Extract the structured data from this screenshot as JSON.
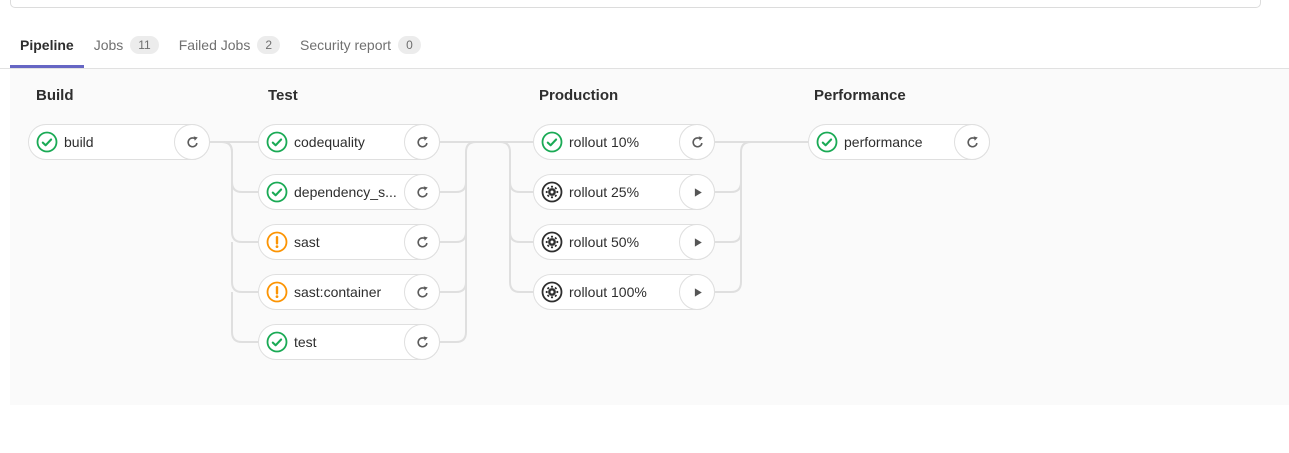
{
  "colors": {
    "success": "#1aaa55",
    "warning": "#fc9403",
    "manual": "#2e2e2e",
    "accent_underline": "#6666c4",
    "pill_border": "#dfdfdf",
    "connector_line": "#dfdfdf",
    "graph_background": "#fafafa",
    "tab_text": "#707070",
    "active_tab_text": "#2e2e2e",
    "badge_background": "#ececec"
  },
  "tabs": {
    "items": [
      {
        "label": "Pipeline",
        "active": true
      },
      {
        "label": "Jobs",
        "badge": "11"
      },
      {
        "label": "Failed Jobs",
        "badge": "2"
      },
      {
        "label": "Security report",
        "badge": "0"
      }
    ]
  },
  "icons": {
    "success": "check-circle-icon",
    "warning": "exclamation-circle-icon",
    "manual": "gear-circle-icon",
    "retry": "retry-circular-arrow-icon",
    "play": "play-triangle-icon"
  },
  "pipeline": {
    "stages": [
      {
        "name": "Build",
        "jobs": [
          {
            "name": "build",
            "status": "success",
            "action": "retry"
          }
        ]
      },
      {
        "name": "Test",
        "jobs": [
          {
            "name": "codequality",
            "status": "success",
            "action": "retry"
          },
          {
            "name": "dependency_s...",
            "status": "success",
            "action": "retry"
          },
          {
            "name": "sast",
            "status": "warning",
            "action": "retry"
          },
          {
            "name": "sast:container",
            "status": "warning",
            "action": "retry"
          },
          {
            "name": "test",
            "status": "success",
            "action": "retry"
          }
        ]
      },
      {
        "name": "Production",
        "jobs": [
          {
            "name": "rollout 10%",
            "status": "success",
            "action": "retry"
          },
          {
            "name": "rollout 25%",
            "status": "manual",
            "action": "play"
          },
          {
            "name": "rollout 50%",
            "status": "manual",
            "action": "play"
          },
          {
            "name": "rollout 100%",
            "status": "manual",
            "action": "play"
          }
        ]
      },
      {
        "name": "Performance",
        "jobs": [
          {
            "name": "performance",
            "status": "success",
            "action": "retry"
          }
        ]
      }
    ]
  }
}
